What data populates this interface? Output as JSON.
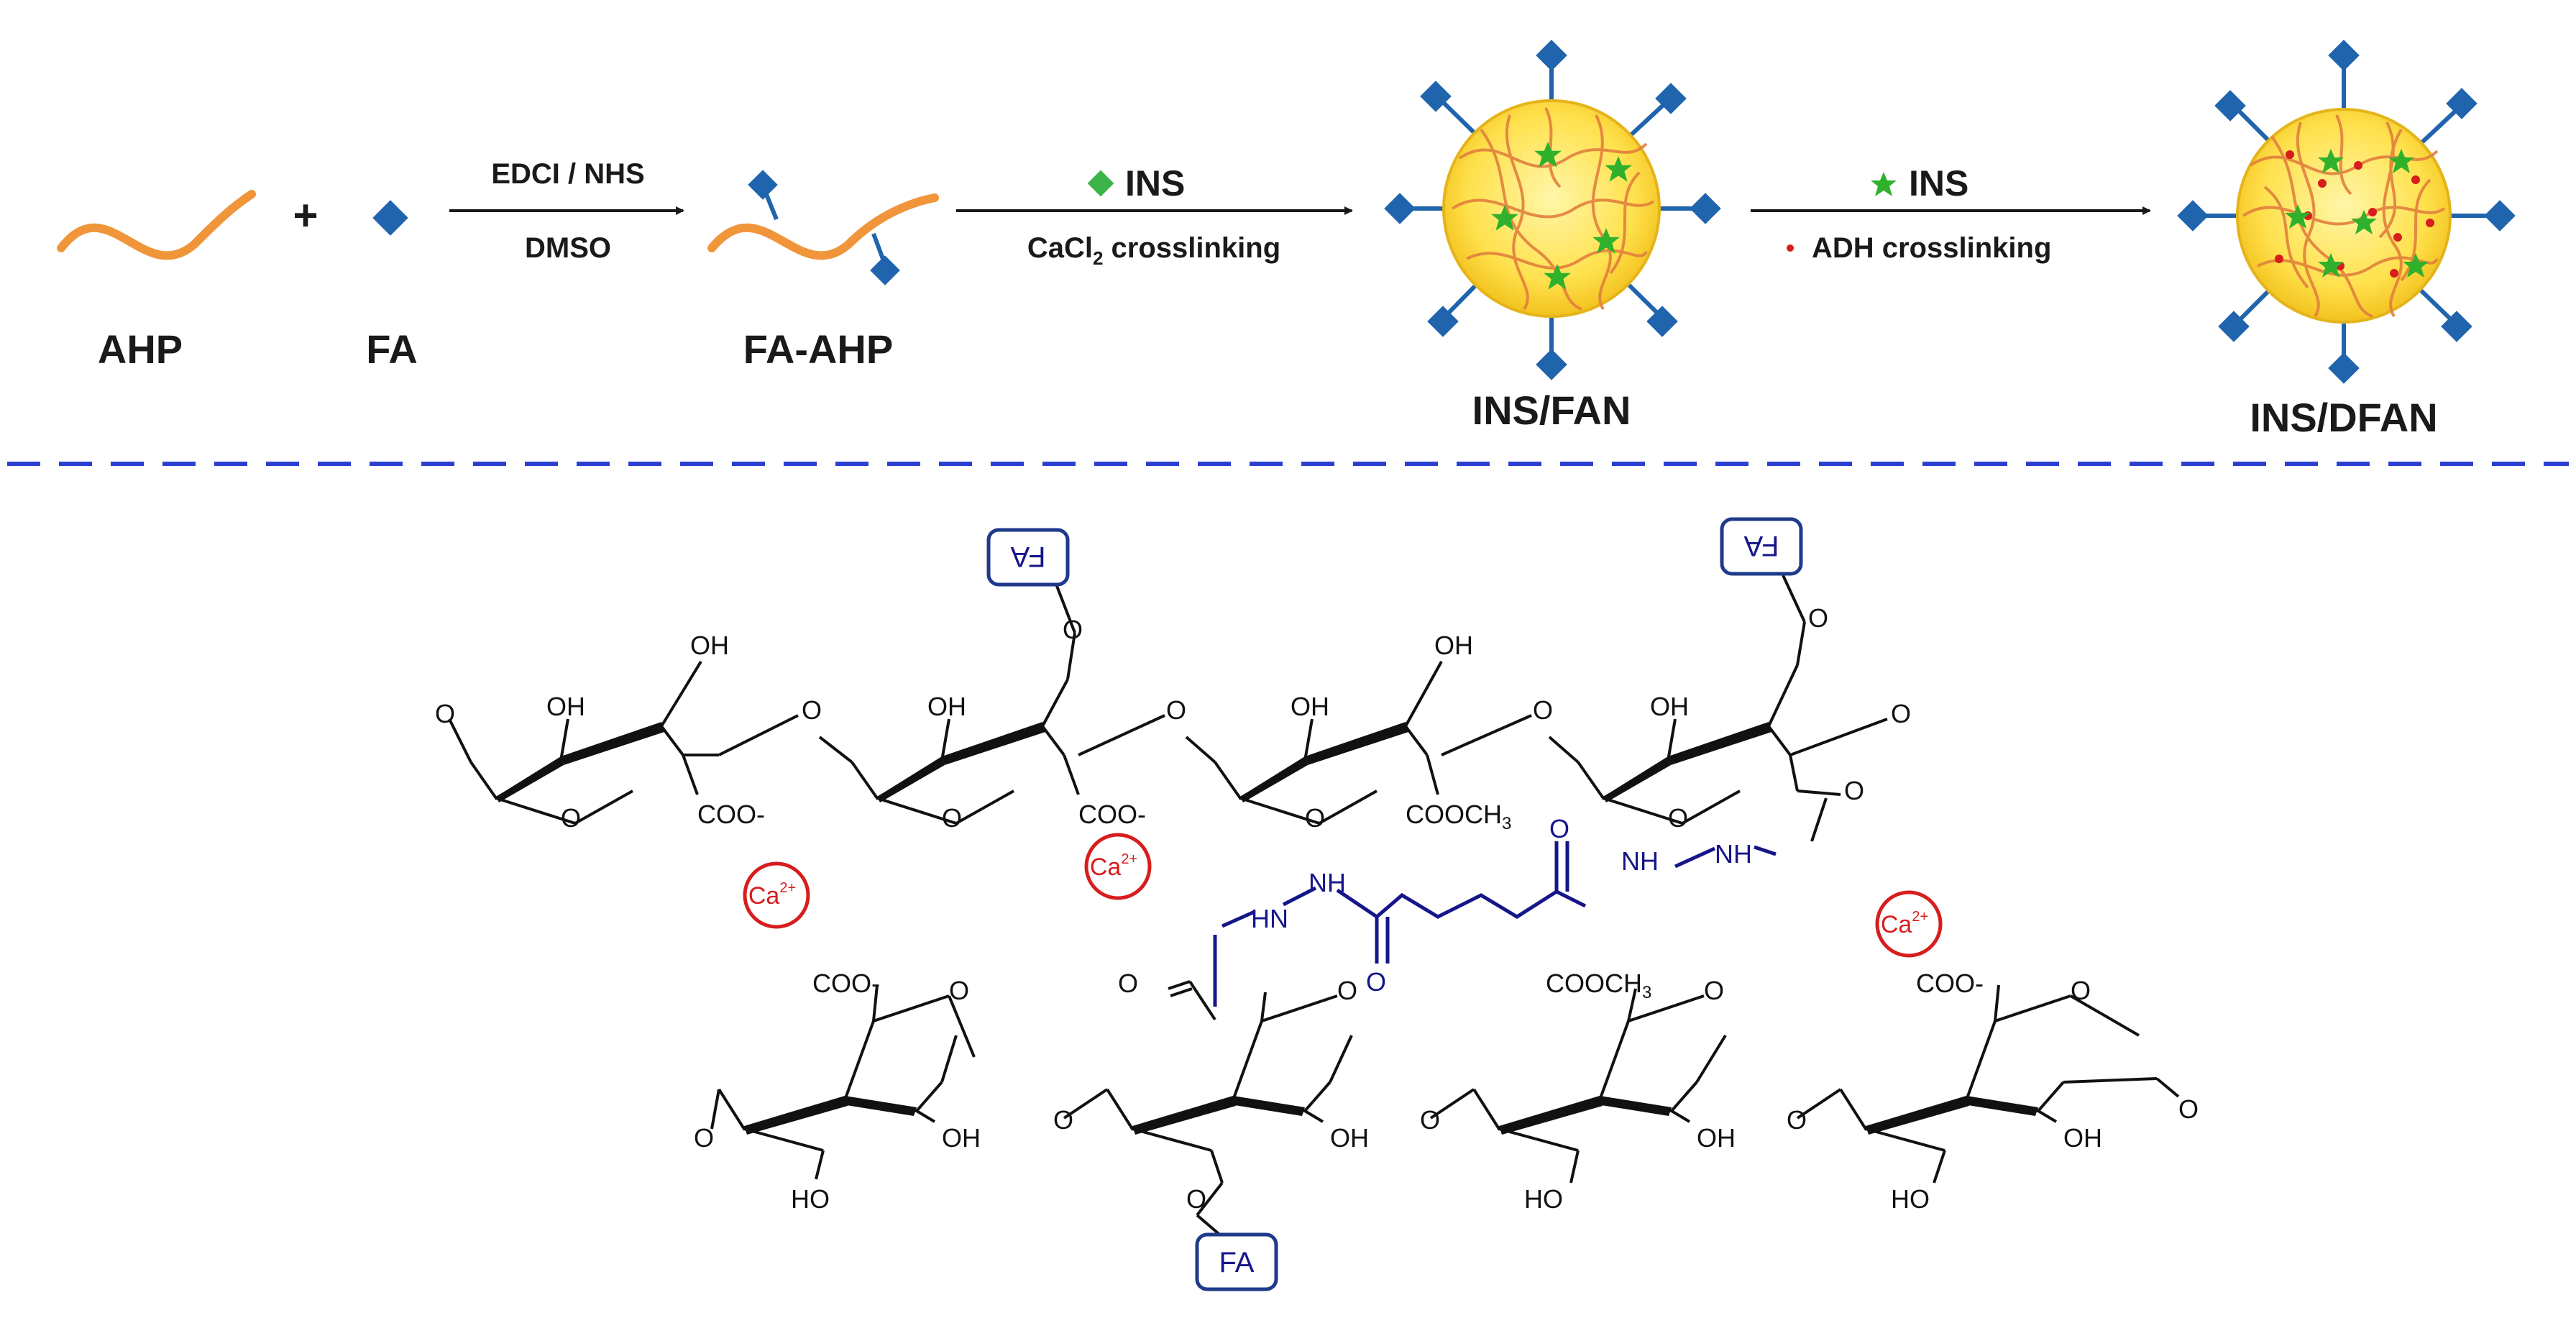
{
  "top": {
    "ahp": "AHP",
    "plus": "+",
    "fa": "FA",
    "step1_top": "EDCI / NHS",
    "step1_bottom": "DMSO",
    "fa_ahp": "FA-AHP",
    "step2_top": "INS",
    "step2_bottom_pre": "CaCl",
    "step2_bottom_sub": "2",
    "step2_bottom_post": " crosslinking",
    "ins_fan": "INS/FAN",
    "step3_top": "INS",
    "step3_bottom": "ADH crosslinking",
    "ins_dfan": "INS/DFAN"
  },
  "chemistry": {
    "fa_tag": "FA",
    "ca_label": "Ca",
    "ca_charge": "2+",
    "oh": "OH",
    "ho": "HO",
    "o": "O",
    "coo_minus": "COO-",
    "cooch_pre": "COOCH",
    "cooch_sub": "3",
    "hn": "HN",
    "nh": "NH"
  },
  "colors": {
    "chain": "#f0953a",
    "fa_marker": "#1f64ad",
    "insulin_diamond": "#3cb44a",
    "insulin_star": "#2fb12c",
    "sphere": "#ffd93b",
    "divider": "#2b3fd1",
    "crosslinker": "#16168a",
    "calcium": "#d71d1d"
  }
}
